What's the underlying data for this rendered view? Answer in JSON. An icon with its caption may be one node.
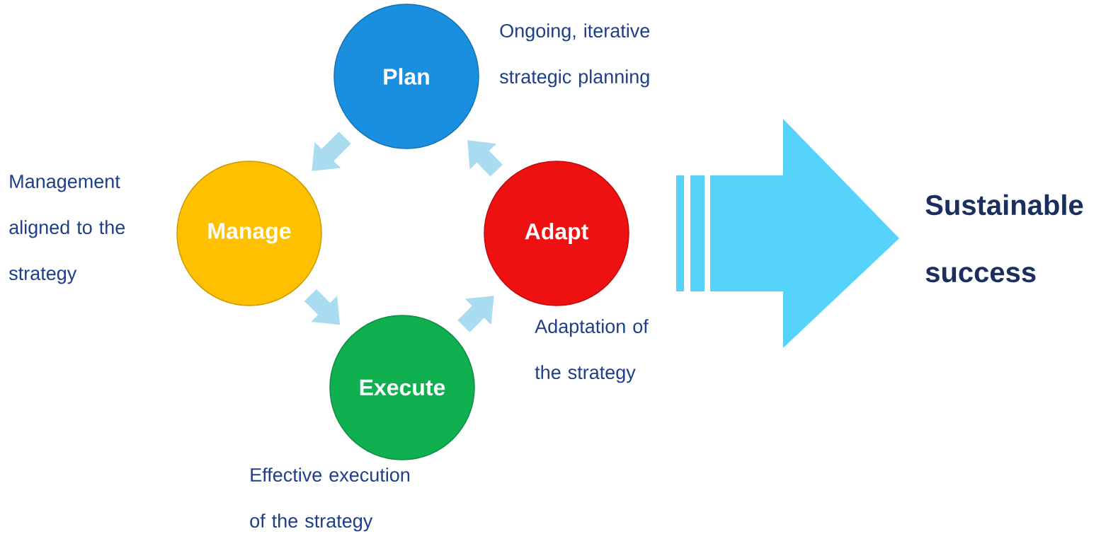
{
  "diagram": {
    "nodes": [
      {
        "text": [
          "Plan"
        ],
        "beside": [
          "Ongoing, iterative strategic planning"
        ]
      },
      {
        "text": [
          "Manage"
        ],
        "beside": [
          "Management aligned to the strategy"
        ]
      },
      {
        "text": [
          "Adapt"
        ],
        "beside": [
          "Adaptation of the strategy"
        ]
      },
      {
        "text": [
          "Execute"
        ],
        "beside": [
          "Effective execution of the strategy"
        ]
      },
      {
        "text": [
          "Sustainable success"
        ]
      }
    ],
    "edges": [
      {
        "from": 0,
        "to": 1,
        "arrow": "to"
      },
      {
        "from": 1,
        "to": 3,
        "arrow": "to"
      },
      {
        "from": 3,
        "to": 2,
        "arrow": "to"
      },
      {
        "from": 2,
        "to": 0,
        "arrow": "to"
      },
      {
        "from": null,
        "to": 4,
        "arrow": "to",
        "style": "thick"
      }
    ]
  }
}
